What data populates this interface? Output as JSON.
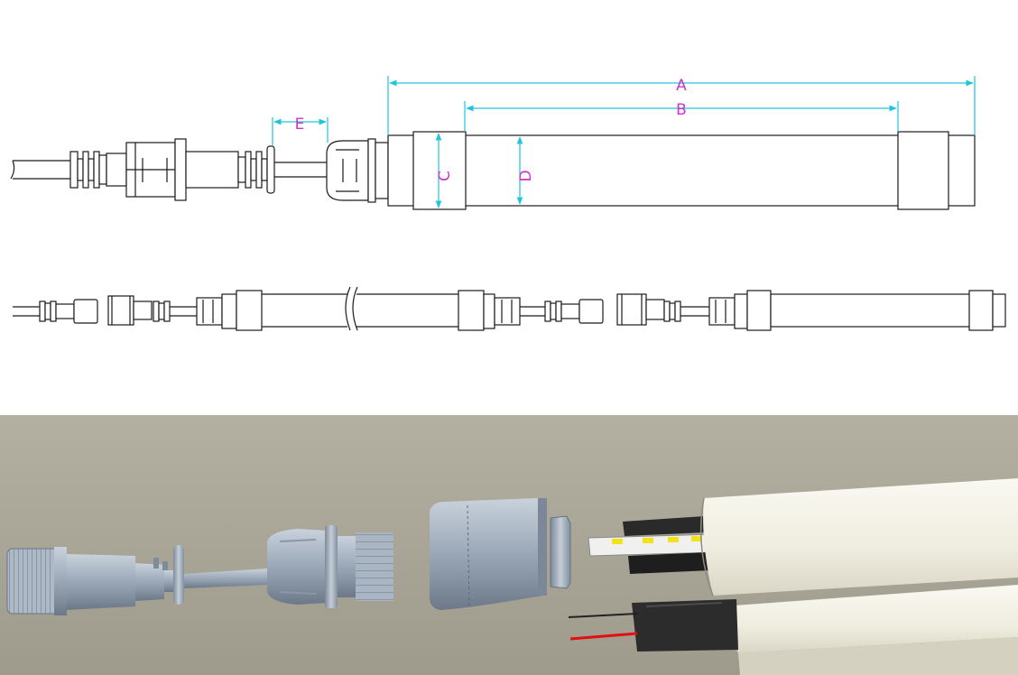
{
  "dimension_labels": {
    "a": "A",
    "b": "B",
    "c": "C",
    "d": "D",
    "e": "E"
  },
  "colors": {
    "dimension_line": "#1fc6d9",
    "dimension_text": "#cc33cc",
    "line_drawing": "#1a1a1a",
    "render_background": "#a8a596",
    "tube_body": "#f3f1e6",
    "metal": "#9aa7b6",
    "led_chip": "#f2e21a",
    "wire_red": "#e01010"
  }
}
